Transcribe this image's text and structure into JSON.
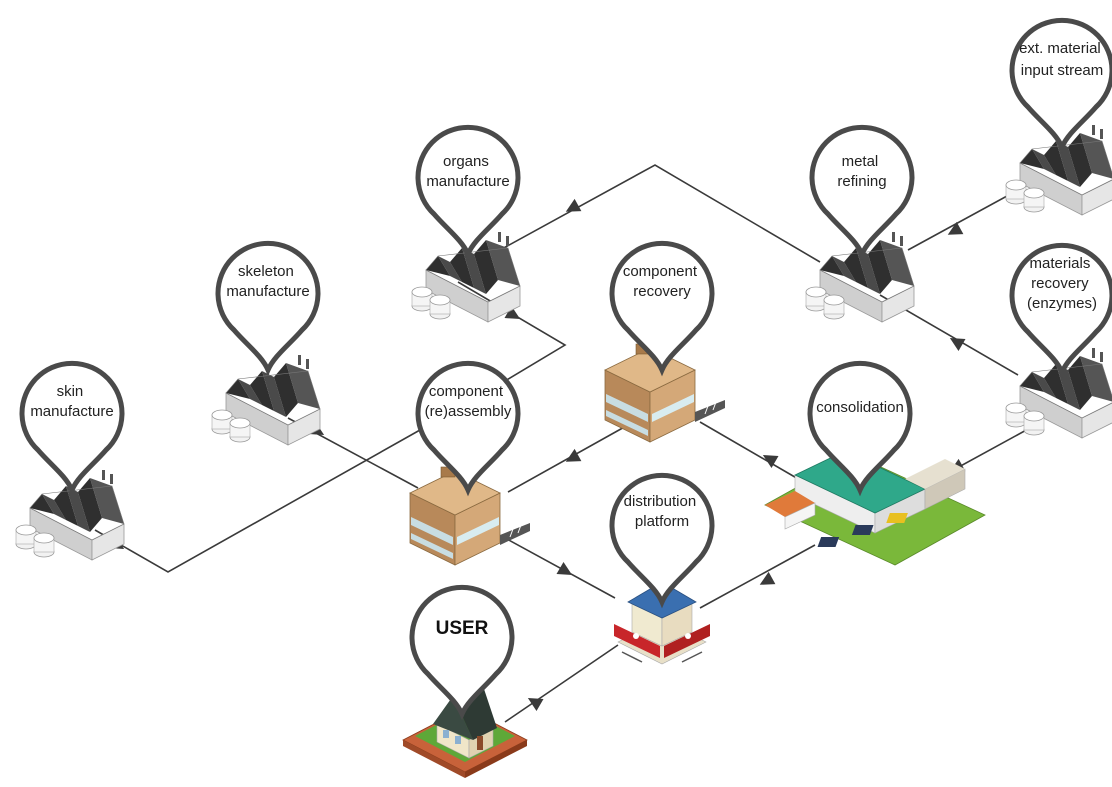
{
  "colors": {
    "flow": "#3a3a3a",
    "pin_stroke": "#4a4a4a",
    "pin_fill": "#ffffff",
    "factory_roof": "#3b3b3b",
    "factory_wall": "#dcdcdc",
    "office_wall": "#c59a6a",
    "office_window": "#cfe3e8",
    "warehouse_roof": "#2fa88a",
    "warehouse_ground": "#7ab83a",
    "store_awning": "#c8262a",
    "store_roof": "#3a6fb0",
    "house_roof": "#3a4a42",
    "house_ground": "#c8623a"
  },
  "nodes": {
    "ext_material": {
      "lines": [
        "ext. material",
        "input stream"
      ],
      "icon": "factory-icon"
    },
    "metal_refining": {
      "lines": [
        "metal",
        "refining"
      ],
      "icon": "factory-icon"
    },
    "organs": {
      "lines": [
        "organs",
        "manufacture"
      ],
      "icon": "factory-icon"
    },
    "skeleton": {
      "lines": [
        "skeleton",
        "manufacture"
      ],
      "icon": "factory-icon"
    },
    "skin": {
      "lines": [
        "skin",
        "manufacture"
      ],
      "icon": "factory-icon"
    },
    "materials_recovery": {
      "lines": [
        "materials",
        "recovery",
        "(enzymes)"
      ],
      "icon": "factory-icon"
    },
    "component_recovery": {
      "lines": [
        "component",
        "recovery"
      ],
      "icon": "office-building-icon"
    },
    "component_reassembly": {
      "lines": [
        "component",
        "(re)assembly"
      ],
      "icon": "office-building-icon"
    },
    "consolidation": {
      "lines": [
        "consolidation"
      ],
      "icon": "warehouse-icon"
    },
    "distribution": {
      "lines": [
        "distribution",
        "platform"
      ],
      "icon": "store-icon"
    },
    "user": {
      "lines": [
        "USER"
      ],
      "icon": "house-icon"
    }
  }
}
